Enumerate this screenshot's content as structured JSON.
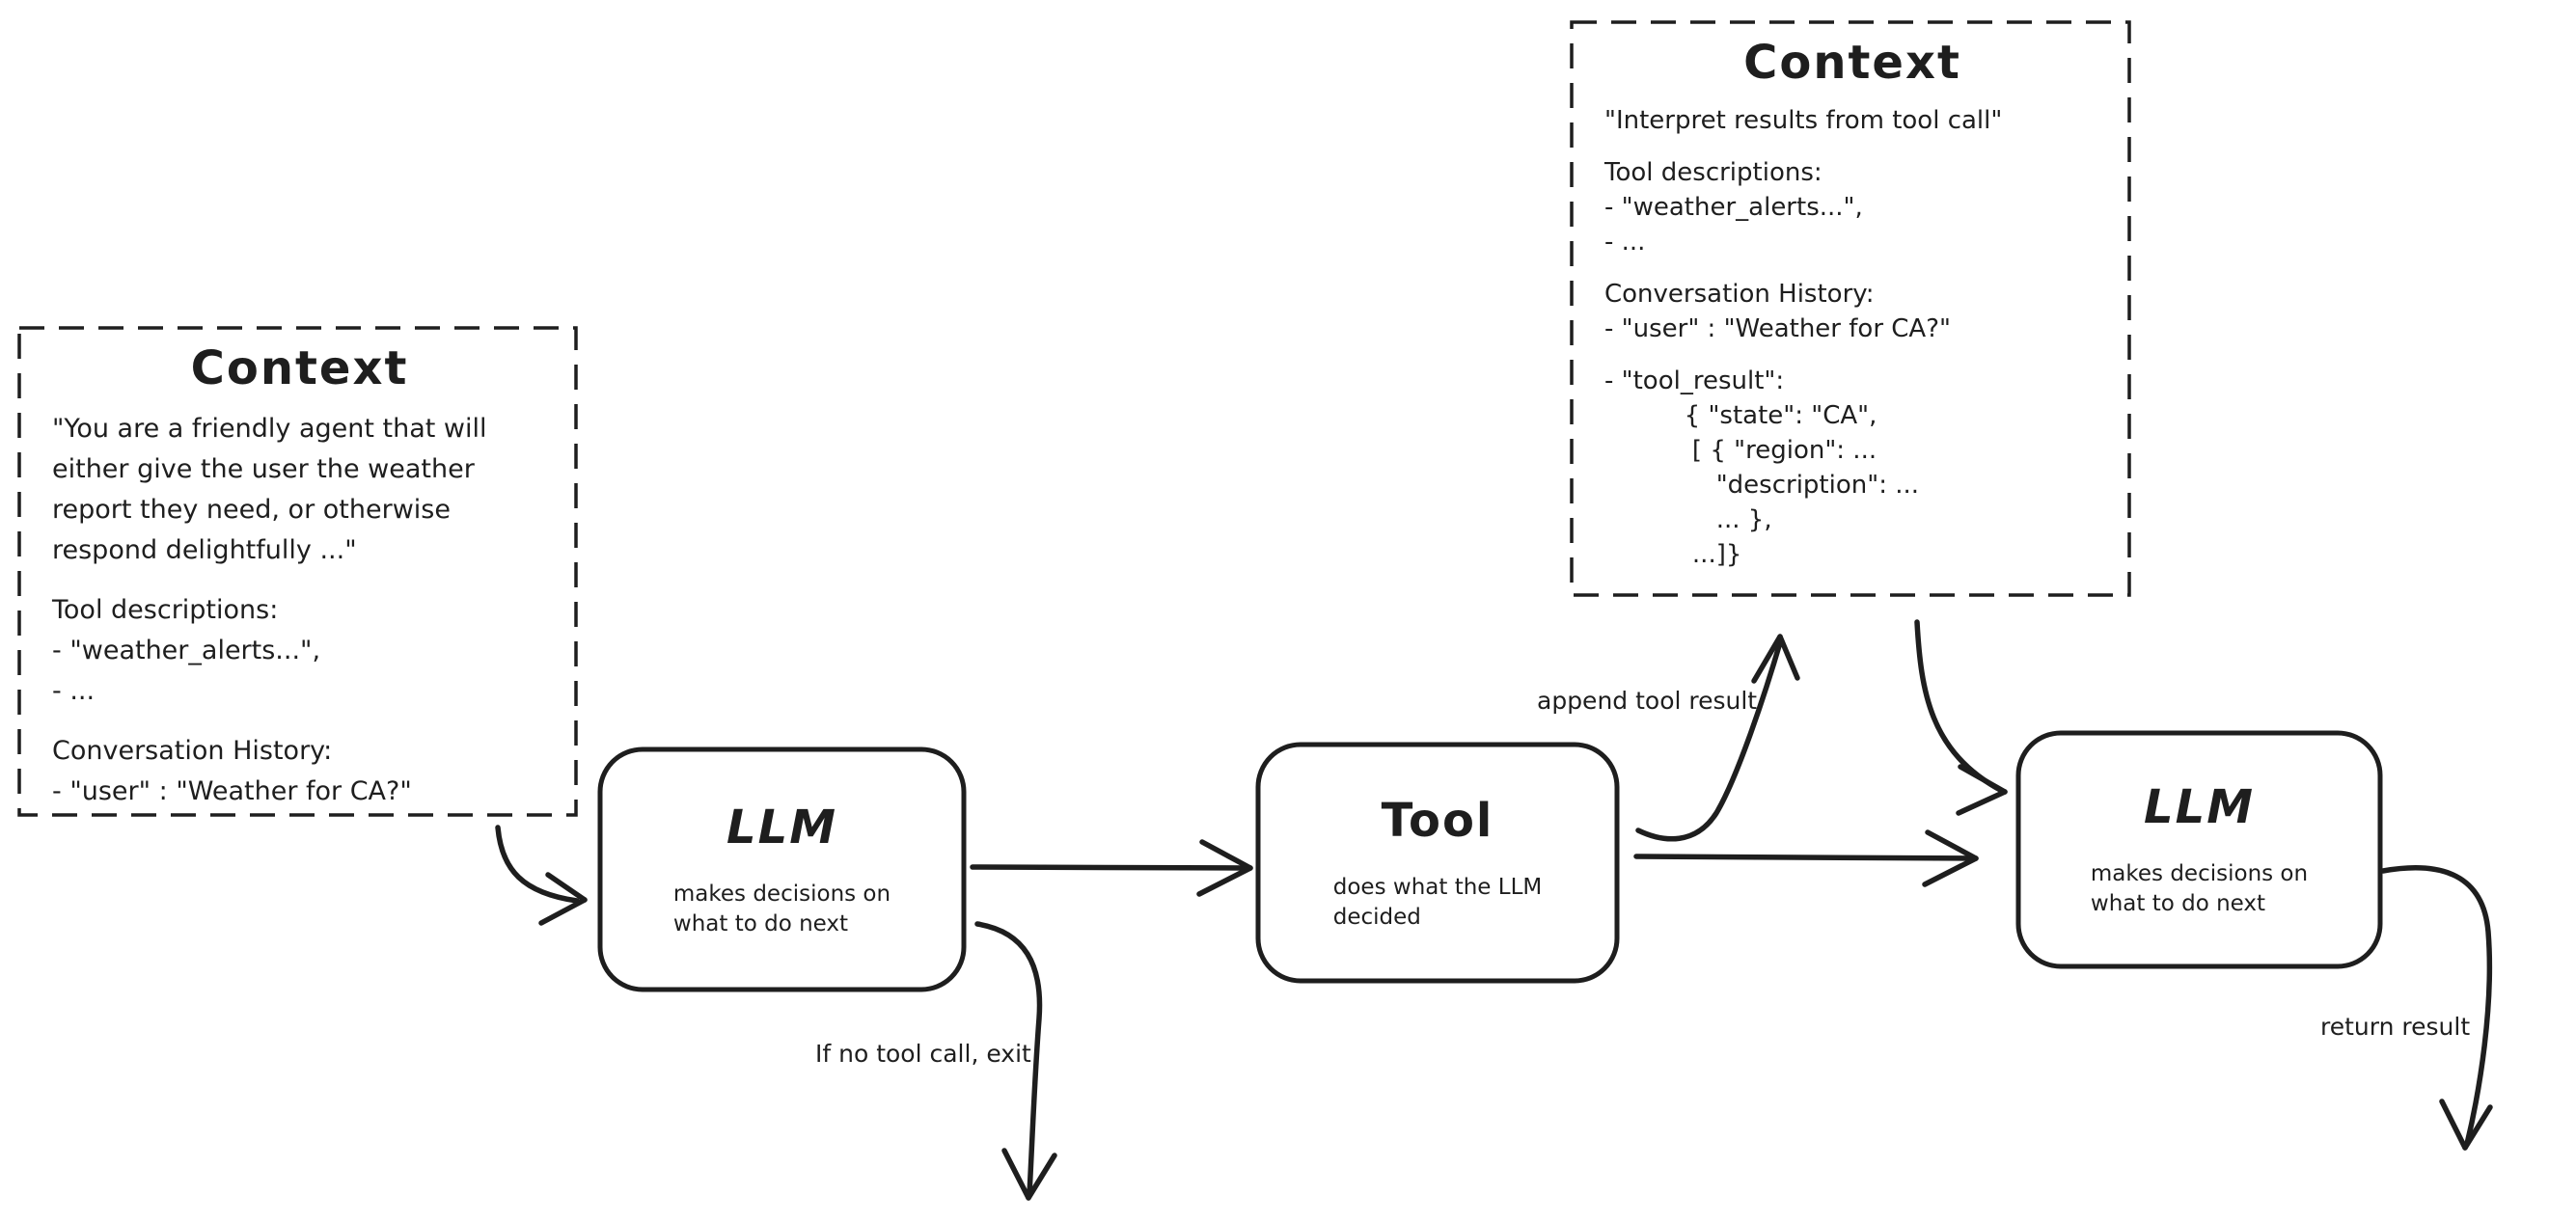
{
  "colors": {
    "stroke": "#1e1e1e",
    "background": "#ffffff"
  },
  "context_left": {
    "title": "Context",
    "paragraphs": [
      "\"You are a friendly agent that will\neither give the user the weather\nreport they need, or otherwise\nrespond delightfully ...\"",
      "Tool descriptions:\n- \"weather_alerts...\",\n- ...",
      "Conversation History:\n- \"user\" : \"Weather for CA?\""
    ]
  },
  "context_right": {
    "title": "Context",
    "paragraphs": [
      "\"Interpret results from tool call\"",
      "Tool descriptions:\n- \"weather_alerts...\",\n- ...",
      "Conversation History:\n- \"user\" : \"Weather for CA?\"",
      "- \"tool_result\":\n          { \"state\": \"CA\",\n           [ { \"region\": ...\n              \"description\": ...\n              ... },\n           ...]}"
    ]
  },
  "nodes": {
    "llm_1": {
      "title": "LLM",
      "subtitle": "makes decisions on\nwhat to do next"
    },
    "tool": {
      "title": "Tool",
      "subtitle": "does what the LLM\ndecided"
    },
    "llm_2": {
      "title": "LLM",
      "subtitle": "makes decisions on\nwhat to do next"
    }
  },
  "labels": {
    "append_tool_result": "append tool result",
    "if_no_tool_call_exit": "If no tool call, exit",
    "return_result": "return result"
  }
}
